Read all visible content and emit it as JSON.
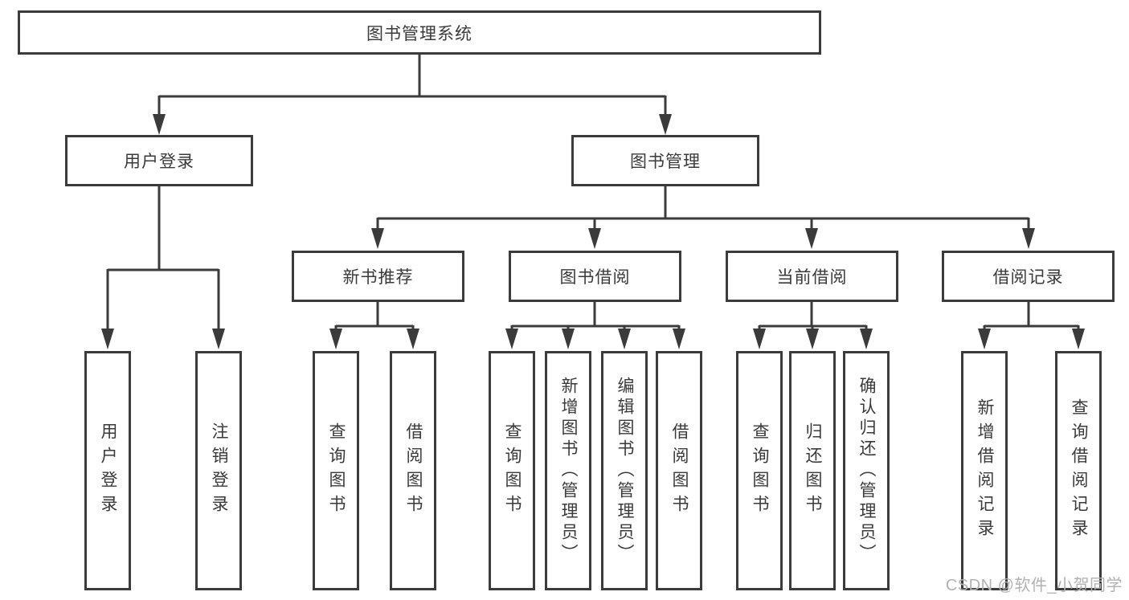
{
  "diagram": {
    "root": {
      "label": "图书管理系统"
    },
    "branches": [
      {
        "label": "用户登录",
        "children": [
          {
            "label": "用户登录"
          },
          {
            "label": "注销登录"
          }
        ]
      },
      {
        "label": "图书管理",
        "children": [
          {
            "label": "新书推荐",
            "children": [
              {
                "label": "查询图书"
              },
              {
                "label": "借阅图书"
              }
            ]
          },
          {
            "label": "图书借阅",
            "children": [
              {
                "label": "查询图书"
              },
              {
                "label": "新增图书（管理员）"
              },
              {
                "label": "编辑图书（管理员）"
              },
              {
                "label": "借阅图书"
              }
            ]
          },
          {
            "label": "当前借阅",
            "children": [
              {
                "label": "查询图书"
              },
              {
                "label": "归还图书"
              },
              {
                "label": "确认归还（管理员）"
              }
            ]
          },
          {
            "label": "借阅记录",
            "children": [
              {
                "label": "新增借阅记录"
              },
              {
                "label": "查询借阅记录"
              }
            ]
          }
        ]
      }
    ],
    "watermark": "CSDN @软件_小贺同学",
    "colors": {
      "line": "#3b3b3b",
      "text": "#3a3a3a",
      "watermark": "#b2b2b2",
      "background": "#ffffff"
    }
  }
}
